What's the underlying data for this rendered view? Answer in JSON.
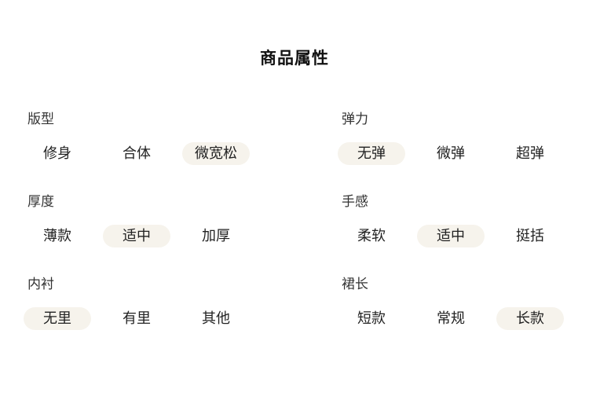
{
  "title": "商品属性",
  "colors": {
    "background": "#ffffff",
    "title_text": "#111111",
    "label_text": "#333333",
    "option_text": "#222222",
    "selected_pill_bg": "#f6f3ec"
  },
  "groups": [
    {
      "label": "版型",
      "options": [
        {
          "label": "修身",
          "selected": false
        },
        {
          "label": "合体",
          "selected": false
        },
        {
          "label": "微宽松",
          "selected": true
        }
      ]
    },
    {
      "label": "弹力",
      "options": [
        {
          "label": "无弹",
          "selected": true
        },
        {
          "label": "微弹",
          "selected": false
        },
        {
          "label": "超弹",
          "selected": false
        }
      ]
    },
    {
      "label": "厚度",
      "options": [
        {
          "label": "薄款",
          "selected": false
        },
        {
          "label": "适中",
          "selected": true
        },
        {
          "label": "加厚",
          "selected": false
        }
      ]
    },
    {
      "label": "手感",
      "options": [
        {
          "label": "柔软",
          "selected": false
        },
        {
          "label": "适中",
          "selected": true
        },
        {
          "label": "挺括",
          "selected": false
        }
      ]
    },
    {
      "label": "内衬",
      "options": [
        {
          "label": "无里",
          "selected": true
        },
        {
          "label": "有里",
          "selected": false
        },
        {
          "label": "其他",
          "selected": false
        }
      ]
    },
    {
      "label": "裙长",
      "options": [
        {
          "label": "短款",
          "selected": false
        },
        {
          "label": "常规",
          "selected": false
        },
        {
          "label": "长款",
          "selected": true
        }
      ]
    }
  ]
}
